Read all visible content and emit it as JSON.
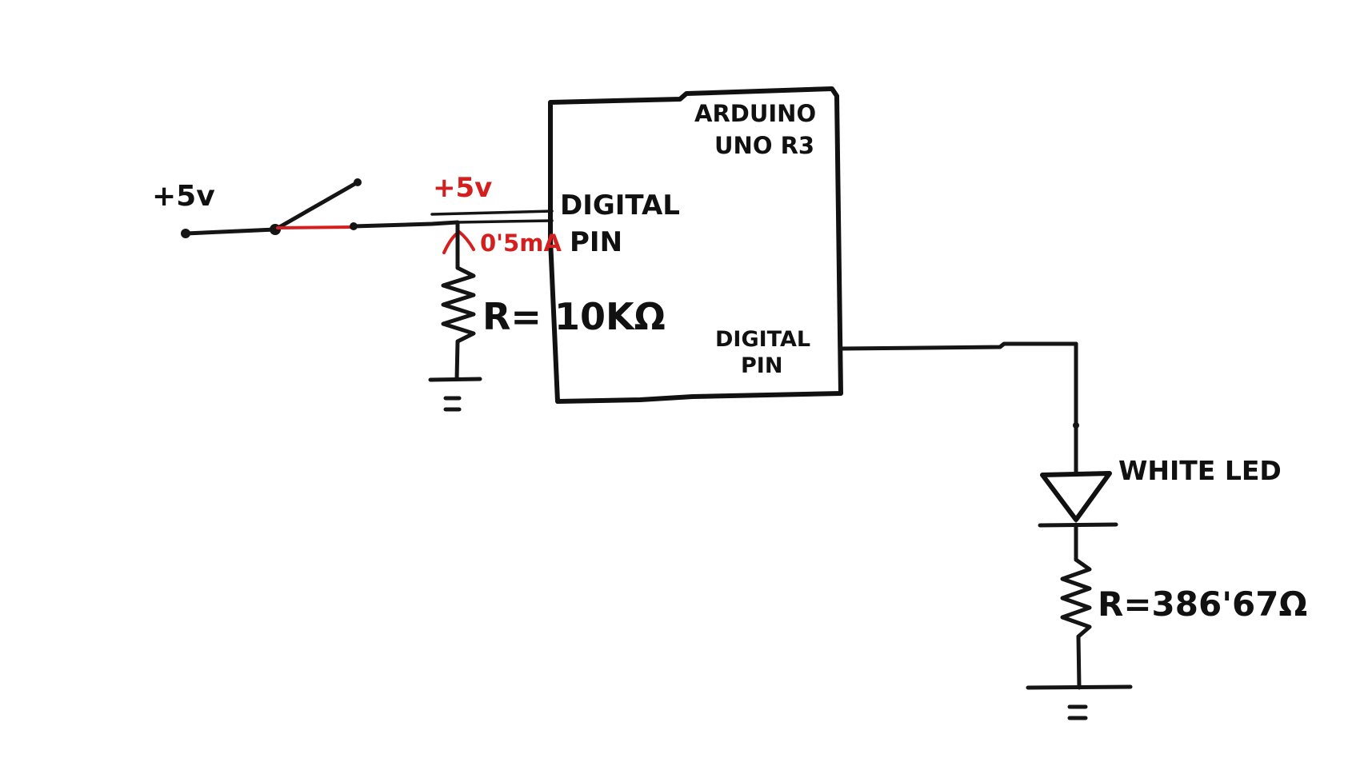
{
  "labels": {
    "source_voltage": "+5v",
    "input_voltage": "+5v",
    "input_current": "0'5mA",
    "board_name_line1": "ARDUINO",
    "board_name_line2": "UNO R3",
    "input_pin_line1": "DIGITAL",
    "input_pin_line2": "PIN",
    "output_pin_line1": "DIGITAL",
    "output_pin_line2": "PIN",
    "pulldown_resistor": "R= 10KΩ",
    "led": "WHITE LED",
    "led_resistor": "R=386'67Ω"
  },
  "colors": {
    "ink": "#151515",
    "highlight": "#d41f1f",
    "paper": "#ffffff"
  },
  "icons": [
    "switch-icon",
    "resistor-icon",
    "ground-icon",
    "diode-icon",
    "current-arrow-icon"
  ]
}
